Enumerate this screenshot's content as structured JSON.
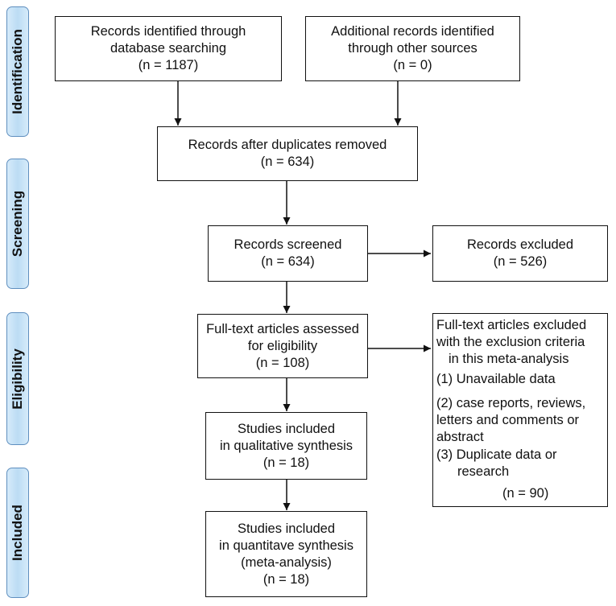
{
  "phases": [
    "Identification",
    "Screening",
    "Eligibility",
    "Included"
  ],
  "boxes": {
    "identified_db": [
      "Records identified through",
      "database searching",
      "(n = 1187)"
    ],
    "identified_other": [
      "Additional records identified",
      "through other sources",
      "(n = 0)"
    ],
    "after_duplicates": [
      "Records after duplicates removed",
      "(n = 634)"
    ],
    "screened": [
      "Records screened",
      "(n = 634)"
    ],
    "excluded": [
      "Records excluded",
      "(n = 526)"
    ],
    "fulltext": [
      "Full-text articles assessed",
      "for eligibility",
      "(n = 108)"
    ],
    "qualitative": [
      "Studies included",
      "in qualitative synthesis",
      "(n = 18)"
    ],
    "quantitative": [
      "Studies included",
      "in quantitave synthesis",
      "(meta-analysis)",
      "(n = 18)"
    ]
  },
  "fulltext_excluded": {
    "heading": [
      "Full-text articles excluded",
      "with the exclusion criteria",
      "in this meta-analysis"
    ],
    "reason1": "(1) Unavailable data",
    "reason2": [
      "(2) case reports, reviews,",
      "letters and comments or",
      "abstract"
    ],
    "reason3": [
      "(3) Duplicate data or",
      "research"
    ],
    "count": "(n = 90)"
  }
}
